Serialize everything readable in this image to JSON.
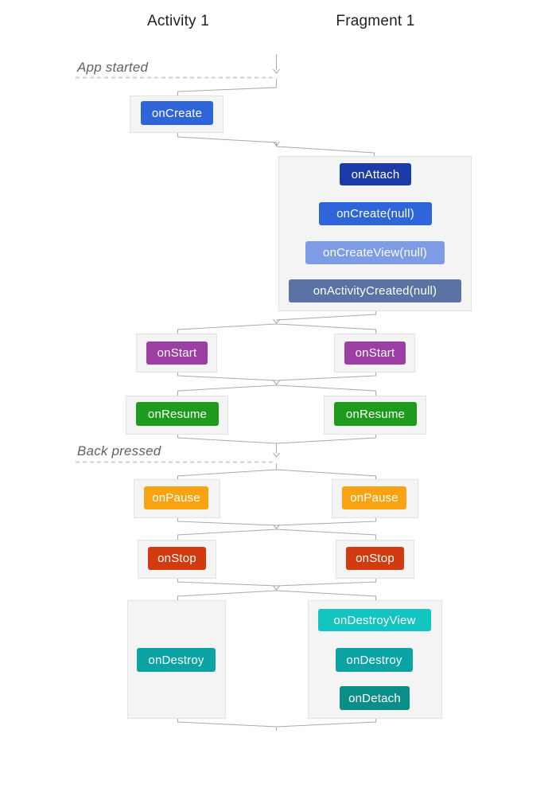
{
  "columns": {
    "activity": "Activity 1",
    "fragment": "Fragment 1"
  },
  "milestones": {
    "app_started": "App started",
    "back_pressed": "Back pressed"
  },
  "activity": {
    "on_create": "onCreate",
    "on_start": "onStart",
    "on_resume": "onResume",
    "on_pause": "onPause",
    "on_stop": "onStop",
    "on_destroy": "onDestroy"
  },
  "fragment": {
    "on_attach": "onAttach",
    "on_create": "onCreate(null)",
    "on_create_view": "onCreateView(null)",
    "on_activity_created": "onActivityCreated(null)",
    "on_start": "onStart",
    "on_resume": "onResume",
    "on_pause": "onPause",
    "on_stop": "onStop",
    "on_destroy_view": "onDestroyView",
    "on_destroy": "onDestroy",
    "on_detach": "onDetach"
  },
  "colors": {
    "navy": "#1d3aab",
    "blue": "#2e66d9",
    "light_blue": "#7d9ce5",
    "slate": "#5a72a4",
    "purple": "#9c3ea4",
    "green": "#1d9b1d",
    "orange": "#f9a312",
    "red": "#d23a10",
    "cyan": "#13c5c0",
    "teal": "#0ba3a3",
    "dark_teal": "#0b8e89",
    "wire_gray": "#ababab",
    "dashed_guide_gray": "#cfcfcf",
    "header_text": "#202124",
    "milestone_text": "#5f6368",
    "group_fill": "#f4f4f4"
  }
}
